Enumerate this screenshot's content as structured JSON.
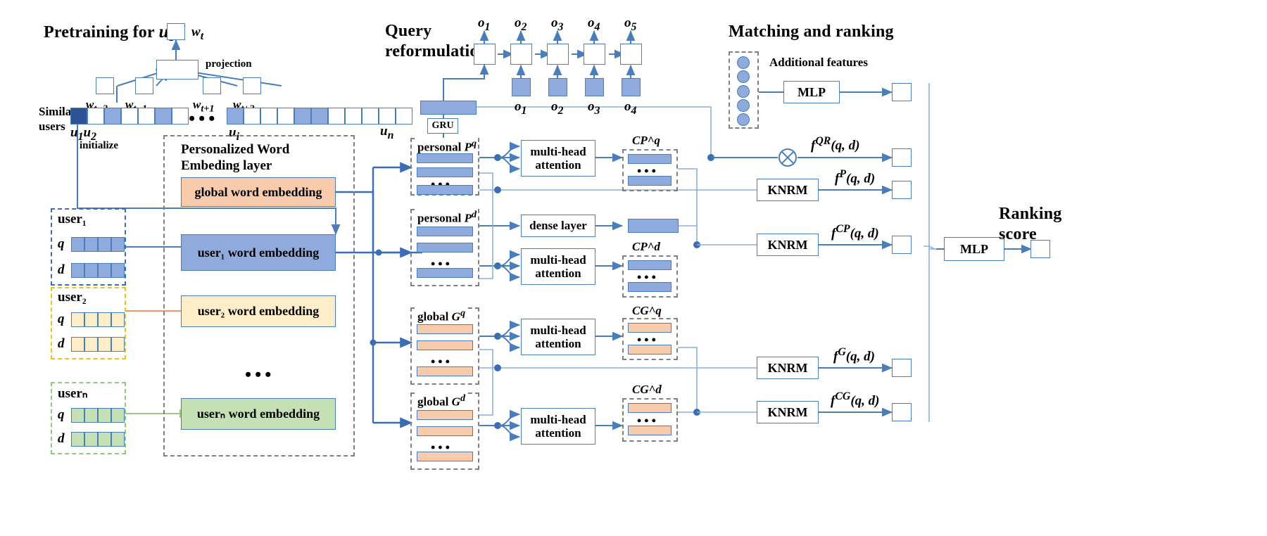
{
  "sections": {
    "pretraining_title_a": "Pretraining for",
    "pretraining_title_b": "u₁",
    "query_title_1": "Query",
    "query_title_2": "reformulation",
    "matching_title": "Matching and ranking",
    "pwe_title_1": "Personalized Word",
    "pwe_title_2": "Embeding layer",
    "ranking_1": "Ranking",
    "ranking_2": "score"
  },
  "pretraining": {
    "wt_label": "w_t",
    "projection_label": "projection",
    "similar_users_1": "Similar",
    "similar_users_2": "users",
    "context_words": [
      "w_{t-2}",
      "w_{t-1}",
      "w_{t+1}",
      "w_{t+2}"
    ],
    "user_ticks": [
      "u₁",
      "u₂",
      "u_i",
      "u_n"
    ],
    "ellipsis": "•••",
    "initialize_label": "initialize",
    "left_vector_cells": 7,
    "right_vector_cells": 11
  },
  "embedding_layer": {
    "global_box": "global word embedding",
    "user_boxes": [
      {
        "label": "user₁ word embedding",
        "color": "#8faadc"
      },
      {
        "label": "user₂ word embedding",
        "color": "#fdedc9"
      },
      {
        "label": "userₙ word embedding",
        "color": "#c5e0b4"
      }
    ],
    "ellipsis": "•••"
  },
  "users": [
    {
      "name": "user₁",
      "q": "q",
      "d": "d",
      "cells": 4,
      "border": "#3b6db5",
      "fill": "#8faadc"
    },
    {
      "name": "user₂",
      "q": "q",
      "d": "d",
      "cells": 4,
      "border": "#f0c020",
      "fill": "#fdedc9"
    },
    {
      "name": "userₙ",
      "q": "q",
      "d": "d",
      "cells": 4,
      "border": "#8fc97d",
      "fill": "#c5e0b4"
    }
  ],
  "query_reformulation": {
    "gru_label": "GRU",
    "outputs_top": [
      "o₁",
      "o₂",
      "o₃",
      "o₄",
      "o₅"
    ],
    "inputs_bottom": [
      "o₁",
      "o₂",
      "o₃",
      "o₄"
    ],
    "cell_count": 5
  },
  "representation_groups": [
    {
      "id": "personal-pq",
      "title": "personal P^q",
      "color": "blue",
      "bars": 3,
      "has_dots": true
    },
    {
      "id": "personal-pd",
      "title": "personal P^d",
      "color": "blue",
      "bars": 3,
      "has_dots": true
    },
    {
      "id": "global-gq",
      "title": "global G^q",
      "color": "orange",
      "bars": 3,
      "has_dots": true
    },
    {
      "id": "global-gd",
      "title": "global G^d",
      "color": "orange",
      "bars": 3,
      "has_dots": true
    }
  ],
  "attention_blocks": [
    {
      "id": "mha-1",
      "line1": "multi-head",
      "line2": "attention"
    },
    {
      "id": "dense",
      "line1": "dense layer",
      "line2": ""
    },
    {
      "id": "mha-2",
      "line1": "multi-head",
      "line2": "attention"
    },
    {
      "id": "mha-3",
      "line1": "multi-head",
      "line2": "attention"
    },
    {
      "id": "mha-4",
      "line1": "multi-head",
      "line2": "attention"
    }
  ],
  "context_groups": [
    {
      "id": "cpq",
      "label": "CP^q",
      "color": "blue",
      "bars": 2,
      "label_pos": "top"
    },
    {
      "id": "cpd",
      "label": "CP^d",
      "color": "blue",
      "bars": 2,
      "label_pos": "top"
    },
    {
      "id": "cgq",
      "label": "CG^q",
      "color": "blue",
      "bars": 2,
      "label_pos": "top"
    },
    {
      "id": "cgd",
      "label": "CG^d",
      "color": "orange",
      "bars": 2,
      "label_pos": "top"
    }
  ],
  "matching": {
    "additional_features_label": "Additional features",
    "feature_dot_count": 5,
    "mlp_label": "MLP",
    "final_mlp_label": "MLP",
    "knrm_label": "KNRM",
    "scores": [
      {
        "id": "f-qr",
        "formula": "f^{QR}(q, d)",
        "op": "tensor-product"
      },
      {
        "id": "f-p",
        "formula": "f^{P}(q, d)",
        "op": "knrm"
      },
      {
        "id": "f-cp",
        "formula": "f^{CP}(q, d)",
        "op": "knrm"
      },
      {
        "id": "f-g",
        "formula": "f^{G}(q, d)",
        "op": "knrm"
      },
      {
        "id": "f-cg",
        "formula": "f^{CG}(q, d)",
        "op": "knrm"
      }
    ]
  },
  "colors": {
    "line": "#4a7ebb",
    "line_dark": "#3b6db5",
    "blue_fill": "#8faadc",
    "orange_fill": "#f8cbad",
    "yellow_fill": "#fdedc9",
    "green_fill": "#c5e0b4",
    "navy": "#2e5395",
    "dash_gray": "#808080"
  }
}
